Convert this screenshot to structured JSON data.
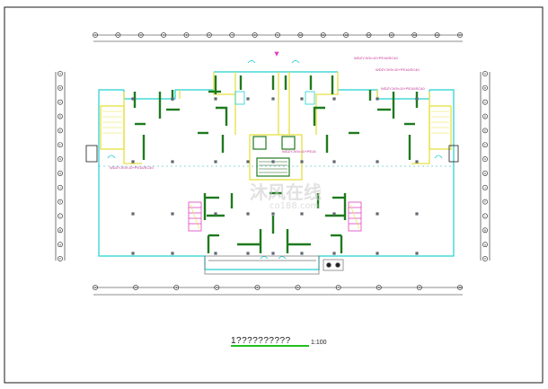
{
  "drawing": {
    "title": "1??????????",
    "scale": "1:100",
    "watermark_main": "沐风在线",
    "watermark_sub": "co188.com",
    "grid_top": [
      "1",
      "2",
      "3",
      "4",
      "5",
      "6",
      "7",
      "8",
      "9",
      "10",
      "11",
      "12",
      "13",
      "14",
      "15",
      "16",
      "17"
    ],
    "grid_bottom": [
      "1",
      "2",
      "3",
      "4",
      "5",
      "6",
      "7",
      "8",
      "9",
      "10"
    ],
    "grid_left": [
      "A",
      "B",
      "C",
      "D",
      "E",
      "F",
      "G",
      "H",
      "J",
      "K",
      "L",
      "M",
      "N",
      "P"
    ],
    "grid_right": [
      "A",
      "B",
      "C",
      "D",
      "E",
      "F",
      "G",
      "H",
      "J",
      "K",
      "L",
      "M",
      "N",
      "P"
    ],
    "notes": {
      "top_right_1": "WDZYJV5×10+PE16/SC40",
      "top_right_2": "WDZYJV5×10+PE16/SC40",
      "top_right_3": "WDZYJV5×10+PE16/SC40",
      "left_1": "WDZYJV5×10+PE16/SC40",
      "center_1": "WDZYJV5×10+PE16"
    },
    "colors": {
      "wall_green": "#1e7a1e",
      "grid_cyan": "#20d0d0",
      "stair_yellow": "#e6e040",
      "stair_pink": "#e040c0",
      "axis_black": "#1a1a1a",
      "scale_green": "#20c020"
    }
  }
}
